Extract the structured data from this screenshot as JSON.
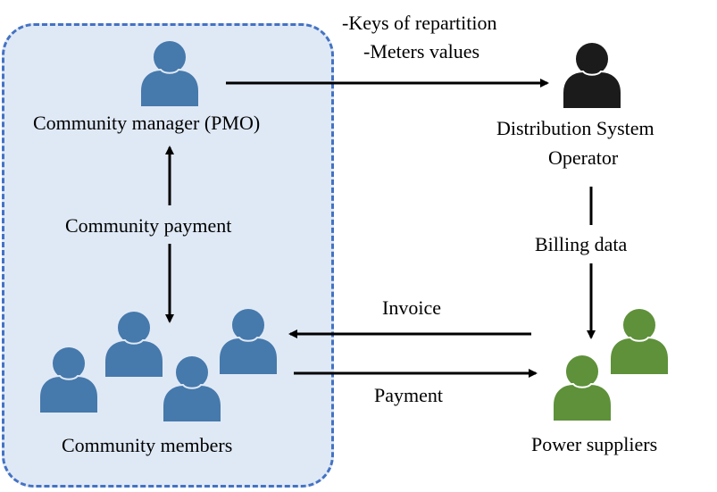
{
  "colors": {
    "community_fill": "#dfe9f5",
    "community_border": "#4472c4",
    "community_person": "#4679ac",
    "dso_person": "#1b1b1b",
    "supplier_person": "#5e913a",
    "arrow": "#000000"
  },
  "nodes": {
    "community_manager": "Community manager (PMO)",
    "dso_line1": "Distribution System",
    "dso_line2": "Operator",
    "community_members": "Community members",
    "power_suppliers": "Power suppliers"
  },
  "edges": {
    "manager_to_dso_line1": "-Keys of repartition",
    "manager_to_dso_line2": "-Meters values",
    "community_payment": "Community payment",
    "billing_data": "Billing data",
    "invoice": "Invoice",
    "payment": "Payment"
  }
}
